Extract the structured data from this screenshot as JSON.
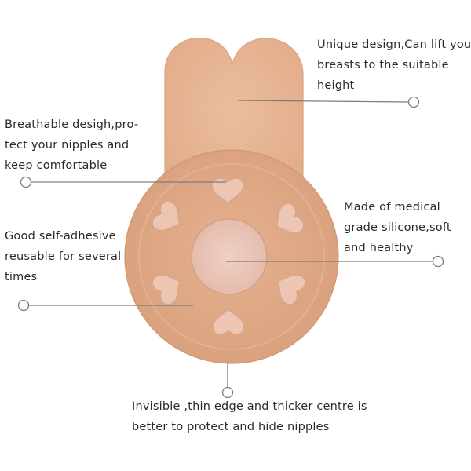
{
  "callouts": {
    "lift": {
      "lines": [
        "Unique design,Can lift your",
        "breasts to the suitable",
        "height"
      ]
    },
    "breathable": {
      "lines": [
        "Breathable desigh,pro-",
        "tect your nipples and",
        "keep comfortable"
      ]
    },
    "material": {
      "lines": [
        "Made of medical",
        "grade silicone,soft",
        "and healthy"
      ]
    },
    "adhesive": {
      "lines": [
        "Good self-adhesive",
        "reusable for several",
        "times"
      ]
    },
    "edge": {
      "lines": [
        "Invisible ,thin edge and thicker centre is",
        "better to protect and hide nipples"
      ]
    }
  },
  "colors": {
    "product_fill": "#e9b897",
    "product_edge": "#d7a07f",
    "pad_fill": "#dfa886",
    "heart_fill": "#e8c2b0",
    "center_fill": "#ebc8bd",
    "leader_line": "#7d7d7d",
    "text": "#2a2a2a"
  }
}
